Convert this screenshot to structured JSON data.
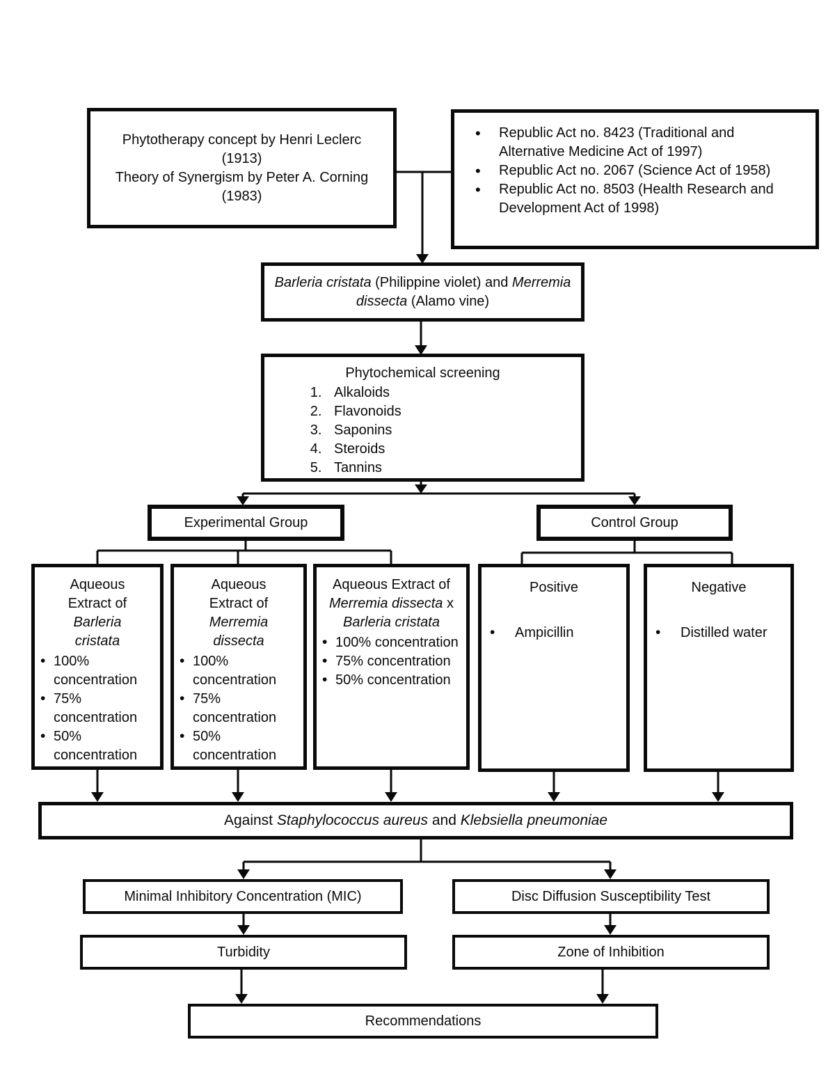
{
  "diagram": {
    "theory_box": {
      "line1": "Phytotherapy concept by Henri Leclerc (1913)",
      "line2": "Theory of Synergism by Peter A. Corning (1983)"
    },
    "acts_box": {
      "items": [
        "Republic Act no. 8423 (Traditional and Alternative Medicine Act of 1997)",
        "Republic Act no. 2067 (Science Act of 1958)",
        "Republic Act no. 8503 (Health Research and Development Act of 1998)"
      ]
    },
    "plants_box": {
      "species1": "Barleria cristata",
      "common1": " (Philippine violet) and ",
      "species2": "Merremia dissecta",
      "common2": " (Alamo vine)"
    },
    "screening_box": {
      "title": "Phytochemical screening",
      "items": [
        "Alkaloids",
        "Flavonoids",
        "Saponins",
        "Steroids",
        "Tannins"
      ]
    },
    "experimental_group": {
      "label": "Experimental Group"
    },
    "control_group": {
      "label": "Control Group"
    },
    "extract_barleria": {
      "title_prefix": "Aqueous Extract of ",
      "title_species": "Barleria cristata",
      "bullets": [
        "100% concentration",
        "75% concentration",
        "50% concentration"
      ]
    },
    "extract_merremia": {
      "title_prefix": "Aqueous Extract of ",
      "title_species": "Merremia dissecta",
      "bullets": [
        "100% concentration",
        "75% concentration",
        "50% concentration"
      ]
    },
    "extract_cross": {
      "title_prefix": "Aqueous Extract of ",
      "title_species1": "Merremia dissecta",
      "title_join": " x ",
      "title_species2": "Barleria cristata",
      "bullets": [
        "100% concentration",
        "75% concentration",
        "50% concentration"
      ]
    },
    "positive_control": {
      "title": "Positive",
      "bullet": "Ampicillin"
    },
    "negative_control": {
      "title": "Negative",
      "bullet": "Distilled water"
    },
    "against_bar": {
      "prefix": "Against ",
      "species1": "Staphylococcus aureus",
      "join": " and ",
      "species2": "Klebsiella pneumoniae"
    },
    "mic_box": {
      "label": "Minimal Inhibitory Concentration (MIC)"
    },
    "disc_box": {
      "label": "Disc Diffusion Susceptibility Test"
    },
    "turbidity_box": {
      "label": "Turbidity"
    },
    "zone_box": {
      "label": "Zone of Inhibition"
    },
    "recommendations_box": {
      "label": "Recommendations"
    },
    "colors": {
      "ink": "#0a0a0a",
      "background": "#ffffff"
    }
  }
}
